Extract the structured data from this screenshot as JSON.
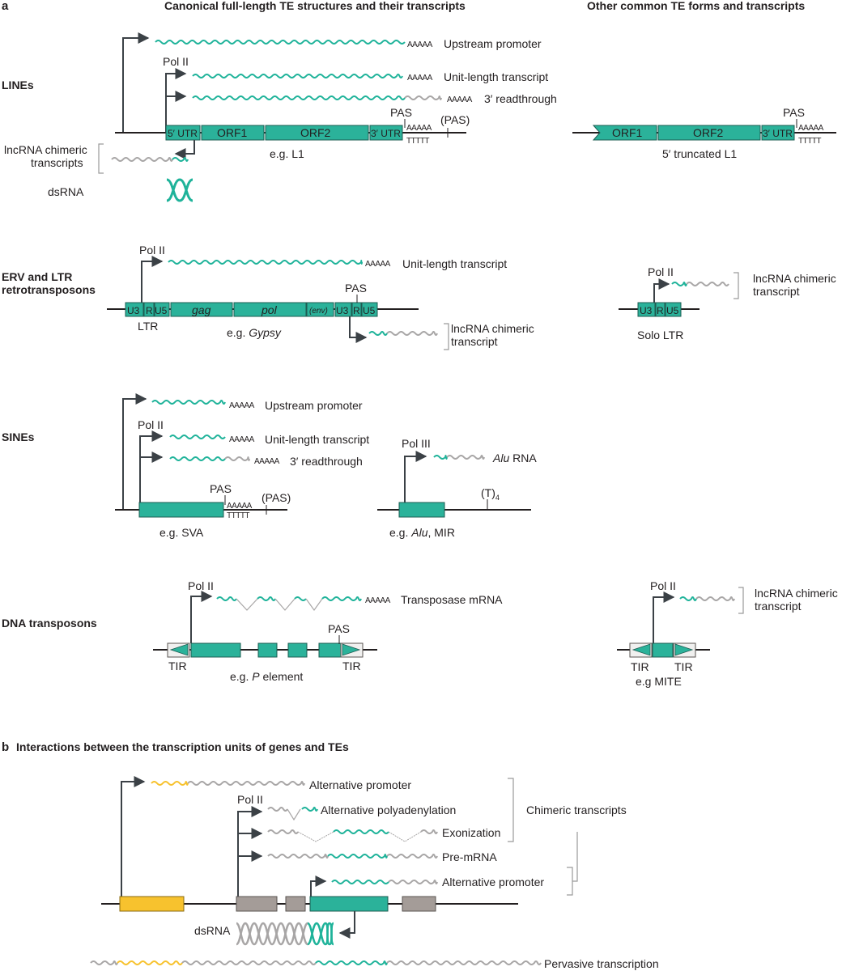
{
  "colors": {
    "te": "#2bb29a",
    "gene": "#a49c98",
    "alt": "#f7c22e",
    "rna_grey": "#a8a6a6",
    "rna_teal": "#1fb39a"
  },
  "panel_a": {
    "letter": "a",
    "col1_title": "Canonical full-length TE structures and their transcripts",
    "col2_title": "Other common TE forms and transcripts",
    "lines": {
      "row_label": "LINEs",
      "upstream_promoter": "Upstream promoter",
      "pol": "Pol II",
      "unit_length": "Unit-length transcript",
      "readthrough": "3′ readthrough",
      "polyA": "AAAAA",
      "polyT": "TTTTT",
      "pas": "PAS",
      "pas_paren": "(PAS)",
      "utr5": "5′ UTR",
      "orf1": "ORF1",
      "orf2": "ORF2",
      "utr3": "3′ UTR",
      "example": "e.g. L1",
      "lncrna_line1": "lncRNA chimeric",
      "lncrna_line2": "transcripts",
      "dsrna": "dsRNA",
      "trunc_orf1": "ORF1",
      "trunc_orf2": "ORF2",
      "trunc_utr3": "3′ UTR",
      "trunc_pas": "PAS",
      "trunc_label": "5′ truncated L1"
    },
    "erv": {
      "row_label_1": "ERV and LTR",
      "row_label_2": "retrotransposons",
      "pol": "Pol II",
      "unit_length": "Unit-length transcript",
      "polyA": "AAAAA",
      "pas": "PAS",
      "u3": "U3",
      "r": "R",
      "u5": "U5",
      "gag": "gag",
      "pol_gene": "pol",
      "env": "(env)",
      "ltr": "LTR",
      "example_prefix": "e.g. ",
      "example_name": "Gypsy",
      "lncrna_line1": "lncRNA chimeric",
      "lncrna_line2": "transcript",
      "solo_pol": "Pol II",
      "solo_u3": "U3",
      "solo_r": "R",
      "solo_u5": "U5",
      "solo_label": "Solo LTR",
      "solo_lnc1": "lncRNA chimeric",
      "solo_lnc2": "transcript"
    },
    "sines": {
      "row_label": "SINEs",
      "upstream_promoter": "Upstream promoter",
      "pol": "Pol II",
      "unit_length": "Unit-length transcript",
      "readthrough": "3′ readthrough",
      "polyA": "AAAAA",
      "polyT": "TTTTT",
      "pas": "PAS",
      "pas_paren": "(PAS)",
      "example": "e.g. SVA",
      "pol3": "Pol III",
      "alu_rna_name": "Alu",
      "alu_rna_suffix": " RNA",
      "t4": "(T)",
      "t4_sub": "4",
      "alu_example_prefix": "e.g. ",
      "alu_example_name": "Alu",
      "alu_example_suffix": ", MIR"
    },
    "dna": {
      "row_label": "DNA transposons",
      "pol": "Pol II",
      "transposase": "Transposase mRNA",
      "polyA": "AAAAA",
      "pas": "PAS",
      "tir_left": "TIR",
      "tir_right": "TIR",
      "example_prefix": "e.g. ",
      "example_name": "P",
      "example_suffix": " element",
      "mite_pol": "Pol II",
      "mite_lnc1": "lncRNA chimeric",
      "mite_lnc2": "transcript",
      "mite_tir_left": "TIR",
      "mite_tir_right": "TIR",
      "mite_label": "e.g MITE"
    }
  },
  "panel_b": {
    "letter": "b",
    "title": "Interactions between the transcription units of genes and TEs",
    "alt_promoter_top": "Alternative promoter",
    "pol": "Pol II",
    "alt_polyadenylation": "Alternative polyadenylation",
    "exonization": "Exonization",
    "pre_mrna": "Pre-mRNA",
    "alt_promoter_bottom": "Alternative promoter",
    "chimeric": "Chimeric transcripts",
    "dsrna": "dsRNA",
    "pervasive": "Pervasive transcription"
  }
}
